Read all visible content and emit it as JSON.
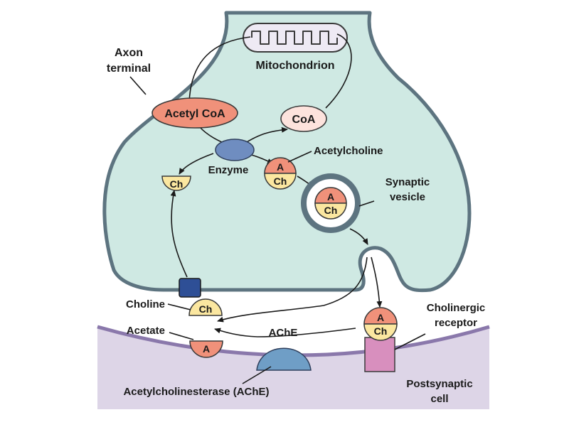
{
  "labels": {
    "axon_terminal": [
      "Axon",
      "terminal"
    ],
    "mitochondrion": "Mitochondrion",
    "acetyl_coa": "Acetyl CoA",
    "coa": "CoA",
    "enzyme": "Enzyme",
    "acetylcholine": "Acetylcholine",
    "synaptic_vesicle": [
      "Synaptic",
      "vesicle"
    ],
    "choline": "Choline",
    "acetate": "Acetate",
    "ache": "AChE",
    "cholinergic_receptor": [
      "Cholinergic",
      "receptor"
    ],
    "postsynaptic_cell": [
      "Postsynaptic",
      "cell"
    ],
    "acetylcholinesterase": "Acetylcholinesterase (AChE)"
  },
  "symbols": {
    "acetyl": "A",
    "choline": "Ch"
  },
  "colors": {
    "terminal_fill": "#cfe9e3",
    "membrane": "#5d7480",
    "postsynaptic_fill": "#ddd5e7",
    "postsynaptic_membrane": "#8a78ab",
    "acetyl_salmon": "#f0917a",
    "choline_yellow": "#fbe7a0",
    "enzyme_blue": "#6f8dc0",
    "transporter": "#2e4f96",
    "ache_blue": "#6f9ec6",
    "receptor_pink": "#d88fbe",
    "coa_pink": "#fde3dd"
  }
}
